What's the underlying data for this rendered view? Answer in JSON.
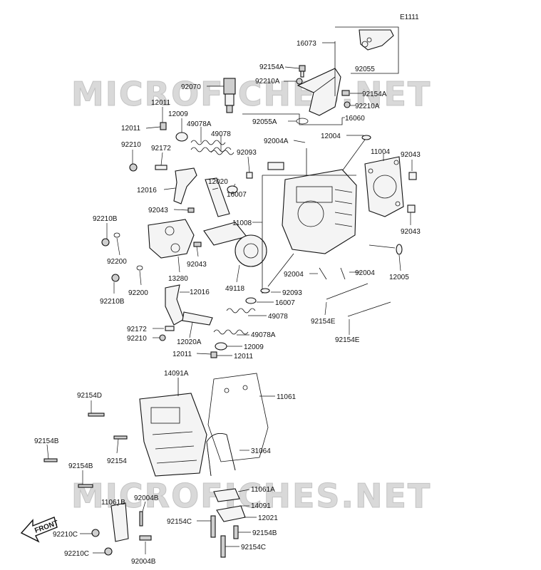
{
  "diagram_id": "E1111",
  "watermark": "MICROFICHES.NET",
  "front_label": "FRONT",
  "labels": {
    "16073": "16073",
    "92055": "92055",
    "92154A_a": "92154A",
    "92210A_a": "92210A",
    "92070": "92070",
    "92154A_b": "92154A",
    "92210A_b": "92210A",
    "92055A": "92055A",
    "16060": "16060",
    "12011_a": "12011",
    "12009_a": "12009",
    "12011_b": "12011",
    "49078A_a": "49078A",
    "49078_a": "49078",
    "92004A": "92004A",
    "12004": "12004",
    "92210_a": "92210",
    "92172_a": "92172",
    "92093_a": "92093",
    "11004": "11004",
    "92043_a": "92043",
    "12020": "12020",
    "16007_a": "16007",
    "12016_a": "12016",
    "92043_b": "92043",
    "11008": "11008",
    "92210B_a": "92210B",
    "92043_c": "92043",
    "92200_a": "92200",
    "92043_d": "92043",
    "13280": "13280",
    "92200_b": "92200",
    "92004_a": "92004",
    "92004_b": "92004",
    "12005": "12005",
    "92210B_b": "92210B",
    "12016_b": "12016",
    "49118": "49118",
    "92093_b": "92093",
    "16007_b": "16007",
    "49078_b": "49078",
    "92154E_a": "92154E",
    "92172_b": "92172",
    "92210_b": "92210",
    "12020A": "12020A",
    "49078A_b": "49078A",
    "12009_b": "12009",
    "92154E_b": "92154E",
    "12011_c": "12011",
    "12011_d": "12011",
    "14091A": "14091A",
    "11061": "11061",
    "92154D": "92154D",
    "92154B_a": "92154B",
    "92154_a": "92154",
    "31064": "31064",
    "92154B_b": "92154B",
    "11061A": "11061A",
    "92004B_a": "92004B",
    "11061B": "11061B",
    "14091": "14091",
    "12021": "12021",
    "92154C_a": "92154C",
    "92154B_c": "92154B",
    "92210C_a": "92210C",
    "92154C_b": "92154C",
    "92210C_b": "92210C",
    "92004B_b": "92004B"
  }
}
